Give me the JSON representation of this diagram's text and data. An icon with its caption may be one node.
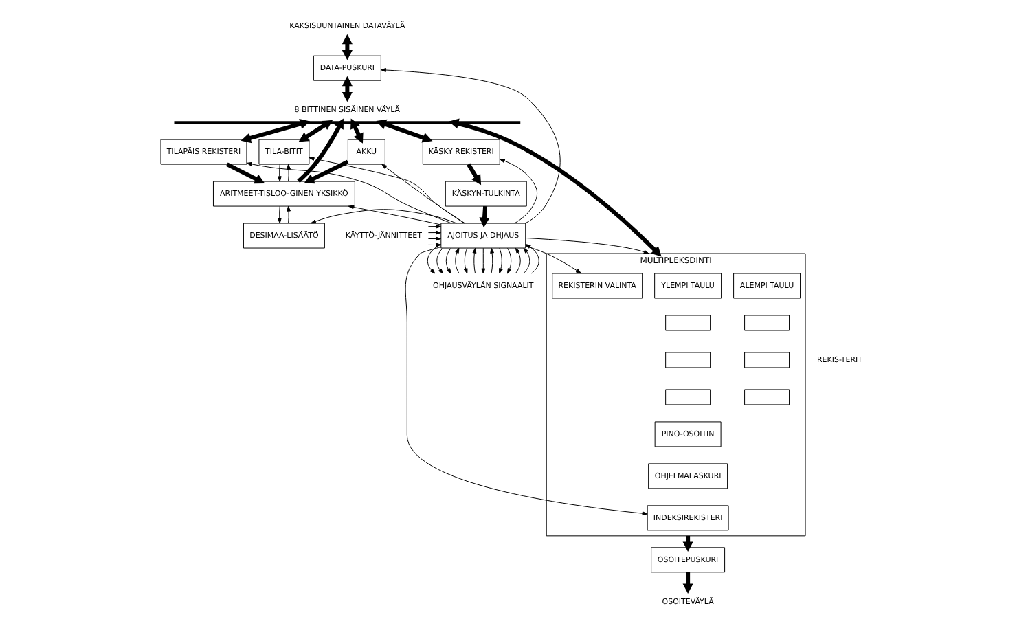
{
  "diagram": {
    "nodes": [
      {
        "text": [
          "KAKSISUUNTAINEN DATAVÄYLÄ"
        ]
      },
      {
        "text": [
          "DATA-PUSKURI"
        ]
      },
      {
        "text": [
          "8 BITTINEN SISÄINEN VÄYLÄ"
        ]
      },
      {
        "text": [
          "AKKU"
        ]
      },
      {
        "text": [
          "TILAPÄIS REKISTERI"
        ]
      },
      {
        "text": [
          "TILA-BITIT"
        ]
      },
      {
        "text": [
          "ARITMEET-TISLOO-GINEN YKSIKKÖ"
        ]
      },
      {
        "text": [
          "DESIMAA-LISÄÄTÖ"
        ]
      },
      {
        "text": [
          "KÄSKY REKISTERI"
        ]
      },
      {
        "text": [
          "KÄSKYN-TULKINTA"
        ]
      },
      {
        "text": [
          "MULTIPLEKSDINTI"
        ],
        "beside": [
          "REKIS-TERIT"
        ]
      },
      {
        "text": [
          "REKISTERIN VALINTA"
        ],
        "in": 10
      },
      {
        "text": [
          "YLEMPI TAULU"
        ],
        "in": 10
      },
      {
        "text": [
          "ALEMPI TAULU"
        ],
        "in": 10
      },
      {
        "text": [],
        "shape": "box",
        "in": 10
      },
      {
        "text": [],
        "shape": "box",
        "in": 10
      },
      {
        "text": [],
        "shape": "box",
        "in": 10
      },
      {
        "text": [],
        "shape": "box",
        "in": 10
      },
      {
        "text": [],
        "shape": "box",
        "in": 10
      },
      {
        "text": [],
        "shape": "box",
        "in": 10
      },
      {
        "text": [
          "PINO-OSOITIN"
        ],
        "in": 10
      },
      {
        "text": [
          "OHJELMALASKURI"
        ],
        "in": 10
      },
      {
        "text": [
          "INDEKSIREKISTERI"
        ],
        "in": 10
      },
      {
        "text": [
          "AJOITUS JA DHJAUS"
        ]
      },
      {
        "text": [
          "OSOITEPUSKURI"
        ]
      },
      {
        "text": [
          "OSOITEVÄYLÄ"
        ]
      },
      {
        "text": [
          "KÄYTTÖ-JÄNNITTEET"
        ]
      },
      {
        "text": [
          "OHJAUSVÄYLÄN SIGNAALIT"
        ]
      }
    ],
    "edges": [
      {
        "from": 0,
        "to": 1,
        "arrow": "both",
        "style": "thick"
      },
      {
        "from": 1,
        "to": 2,
        "arrow": "both",
        "style": "thick"
      },
      {
        "from": 2,
        "to": 3,
        "arrow": "both",
        "style": "thick"
      },
      {
        "from": 2,
        "to": 4,
        "arrow": "both",
        "style": "thick"
      },
      {
        "from": 2,
        "to": 5,
        "arrow": "both",
        "style": "thick"
      },
      {
        "from": 6,
        "to": 2,
        "arrow": "to",
        "style": "thick"
      },
      {
        "from": 2,
        "to": 8,
        "arrow": "both",
        "style": "thick"
      },
      {
        "from": 2,
        "to": 10,
        "arrow": "both",
        "style": "thick"
      },
      {
        "from": 3,
        "to": 6,
        "arrow": "to",
        "style": "thick"
      },
      {
        "from": 4,
        "to": 6,
        "arrow": "to",
        "style": "thick"
      },
      {
        "from": 5,
        "to": 6,
        "arrow": "to"
      },
      {
        "from": 6,
        "to": 5,
        "arrow": "to"
      },
      {
        "from": 6,
        "to": 7,
        "arrow": "to"
      },
      {
        "from": 7,
        "to": 6,
        "arrow": "to"
      },
      {
        "from": 8,
        "to": 9,
        "arrow": "to",
        "style": "thick"
      },
      {
        "from": 9,
        "to": 23,
        "arrow": "to",
        "style": "thick"
      },
      {
        "from": 23,
        "to": 3,
        "arrow": "to"
      },
      {
        "from": 23,
        "to": 4,
        "arrow": "to"
      },
      {
        "from": 23,
        "to": 5,
        "arrow": "to"
      },
      {
        "from": 23,
        "to": 6,
        "arrow": "to"
      },
      {
        "from": 23,
        "to": 7,
        "arrow": "to"
      },
      {
        "from": 23,
        "to": 1,
        "arrow": "to"
      },
      {
        "from": 23,
        "to": 8,
        "arrow": "to"
      },
      {
        "from": 23,
        "to": 10,
        "arrow": "to"
      },
      {
        "from": 23,
        "to": 11,
        "arrow": "to"
      },
      {
        "from": 23,
        "to": 22,
        "arrow": "to"
      },
      {
        "from": 10,
        "to": 24,
        "arrow": "to",
        "style": "thick"
      },
      {
        "from": 24,
        "to": 25,
        "arrow": "to",
        "style": "thick"
      },
      {
        "from": 26,
        "to": 23,
        "arrow": "to"
      },
      {
        "from": 26,
        "to": 23,
        "arrow": "to"
      },
      {
        "from": 26,
        "to": 23,
        "arrow": "to"
      },
      {
        "from": 26,
        "to": 23,
        "arrow": "to"
      },
      {
        "from": 23,
        "to": 27,
        "arrow": "to"
      },
      {
        "from": 23,
        "to": 27,
        "arrow": "to"
      },
      {
        "from": 23,
        "to": 27,
        "arrow": "to"
      },
      {
        "from": 27,
        "to": 23,
        "arrow": "to"
      },
      {
        "from": 23,
        "to": 27,
        "arrow": "to"
      },
      {
        "from": 27,
        "to": 23,
        "arrow": "to"
      },
      {
        "from": 23,
        "to": 27,
        "arrow": "to"
      },
      {
        "from": 27,
        "to": 23,
        "arrow": "to"
      },
      {
        "from": 23,
        "to": 27,
        "arrow": "to"
      },
      {
        "from": 23,
        "to": 27,
        "arrow": "to"
      },
      {
        "from": 27,
        "to": 23,
        "arrow": "to"
      },
      {
        "from": 27,
        "to": 23,
        "arrow": "to"
      },
      {
        "from": 27,
        "to": 23,
        "arrow": "to"
      }
    ]
  }
}
